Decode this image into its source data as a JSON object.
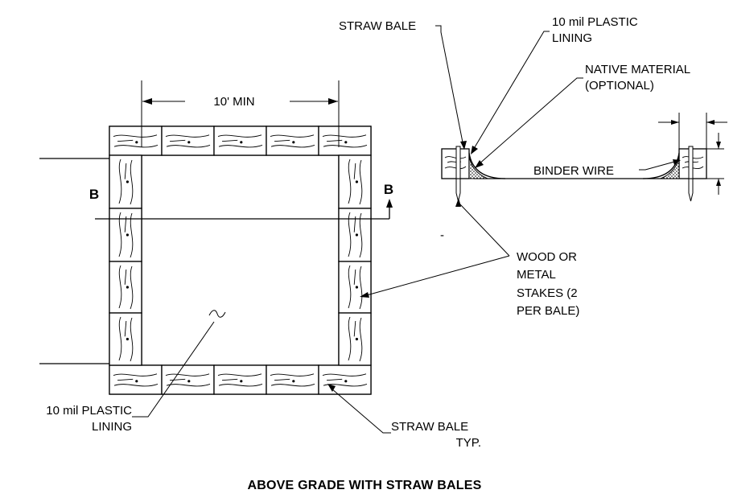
{
  "title": "ABOVE GRADE WITH STRAW BALES",
  "plan_view": {
    "dimension_label": "10' MIN",
    "section_mark": "B",
    "labels": {
      "plastic_lining_line1": "10 mil PLASTIC",
      "plastic_lining_line2": "LINING",
      "straw_bale_line1": "STRAW BALE",
      "straw_bale_line2": "TYP."
    }
  },
  "section_view": {
    "labels": {
      "straw_bale": "STRAW BALE",
      "plastic_lining_line1": "10 mil PLASTIC",
      "plastic_lining_line2": "LINING",
      "native_material_line1": "NATIVE MATERIAL",
      "native_material_line2": "(OPTIONAL)",
      "binder_wire": "BINDER WIRE"
    }
  },
  "stakes_note": {
    "line1": "WOOD OR",
    "line2": "METAL",
    "line3": "STAKES (2",
    "line4": "PER BALE)"
  },
  "stray_mark": "-"
}
